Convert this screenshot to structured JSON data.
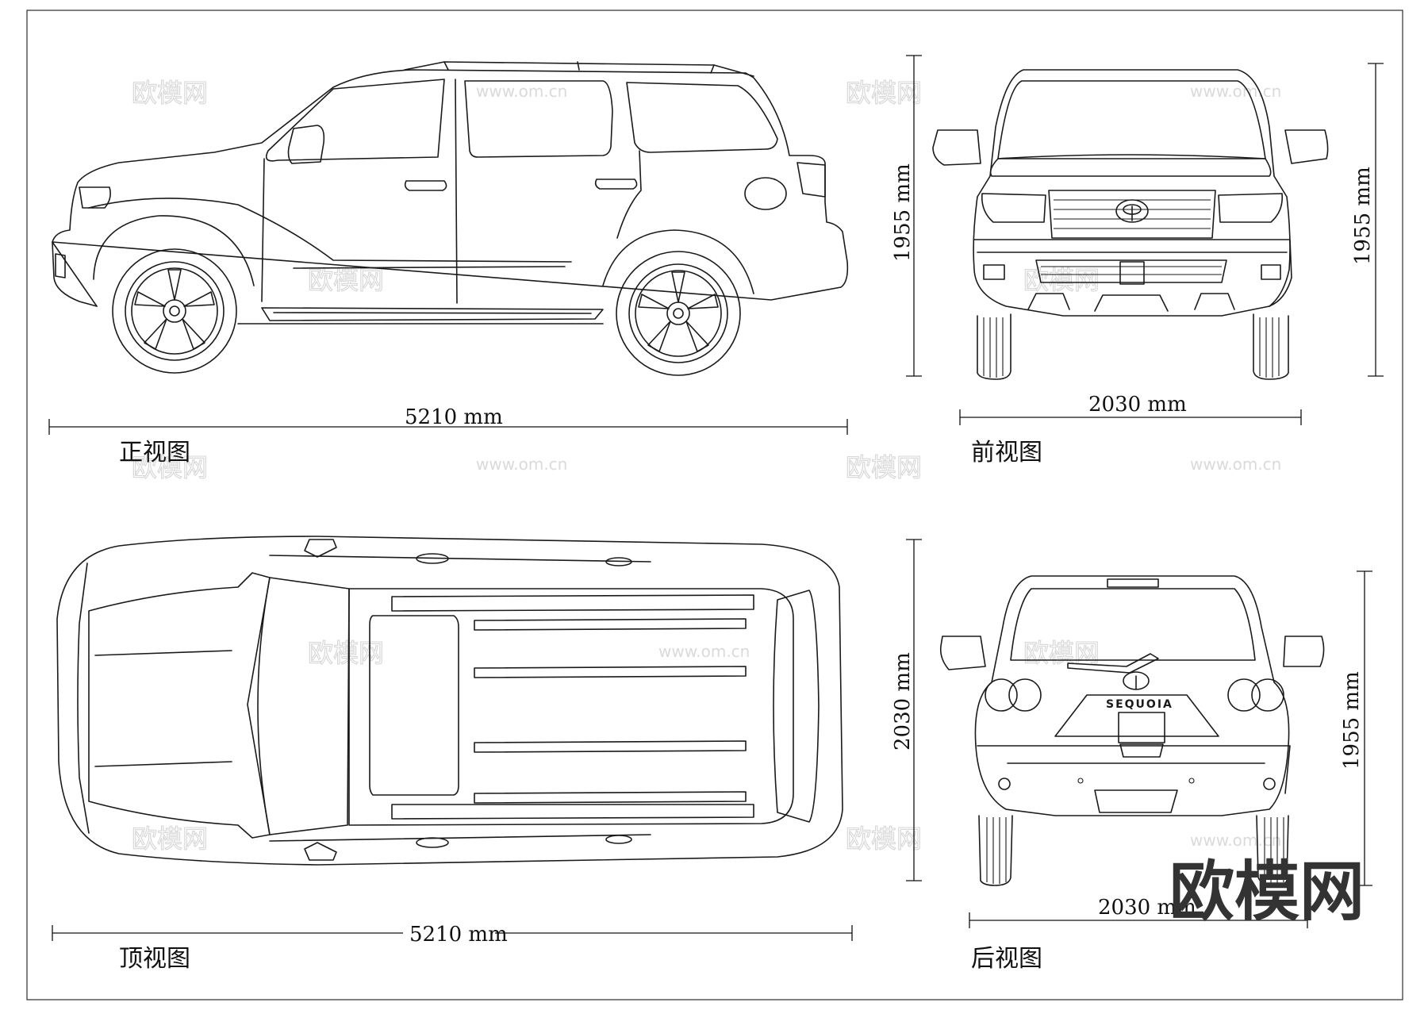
{
  "views": {
    "side": {
      "caption": "正视图",
      "length_label": "5210 mm",
      "height_label": "1955 mm"
    },
    "front": {
      "caption": "前视图",
      "width_label": "2030 mm",
      "height_label": "1955 mm"
    },
    "top": {
      "caption": "顶视图",
      "length_label": "5210 mm",
      "width_label": "2030 mm"
    },
    "rear": {
      "caption": "后视图",
      "width_label": "2030 mm",
      "height_label": "1955 mm",
      "badge_text": "SEQUOIA"
    }
  },
  "watermark": {
    "text": "欧模网",
    "url": "www.om.cn"
  },
  "logo_text": "欧模网",
  "icons": [
    "toyota-emblem-icon"
  ],
  "colors": {
    "line": "#1a1a1a",
    "background": "#ffffff",
    "watermark": "#d6d6d6"
  }
}
